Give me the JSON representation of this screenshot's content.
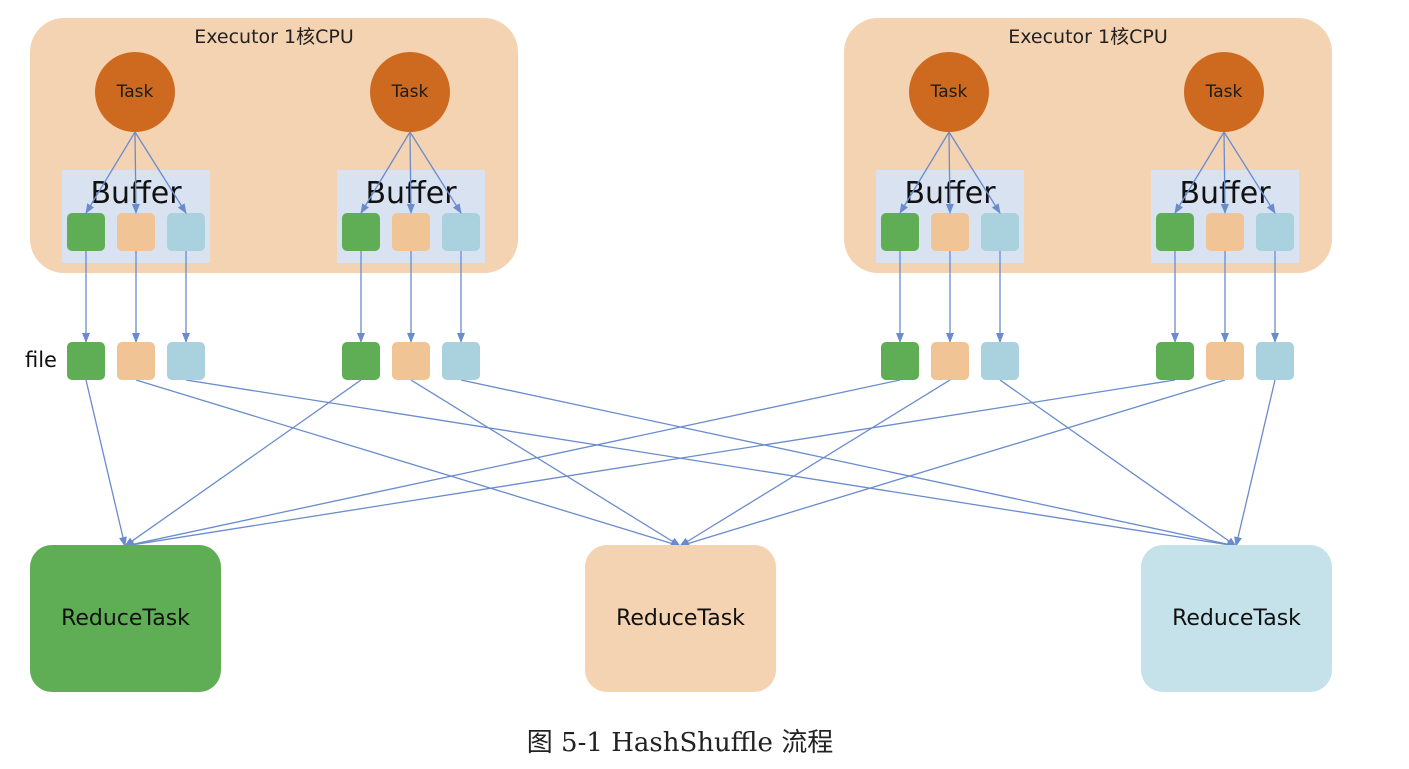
{
  "executors": [
    {
      "title": "Executor 1核CPU",
      "tasks": [
        {
          "label": "Task",
          "buffer": "Buffer"
        },
        {
          "label": "Task",
          "buffer": "Buffer"
        }
      ]
    },
    {
      "title": "Executor 1核CPU",
      "tasks": [
        {
          "label": "Task",
          "buffer": "Buffer"
        },
        {
          "label": "Task",
          "buffer": "Buffer"
        }
      ]
    }
  ],
  "file_label": "file",
  "reduce_tasks": [
    {
      "label": "ReduceTask",
      "color": "#5fae55"
    },
    {
      "label": "ReduceTask",
      "color": "#f4d3b2"
    },
    {
      "label": "ReduceTask",
      "color": "#c5e2ea"
    }
  ],
  "colors": {
    "task": "#cd6a1f",
    "executor_bg": "#f4d3b2",
    "buffer_bg": "#d9e2f1",
    "arrow": "#6a8ccc",
    "green": "#5fae55",
    "orange": "#f0c495",
    "blue": "#a9d1de"
  },
  "caption": "图 5-1 HashShuffle 流程"
}
